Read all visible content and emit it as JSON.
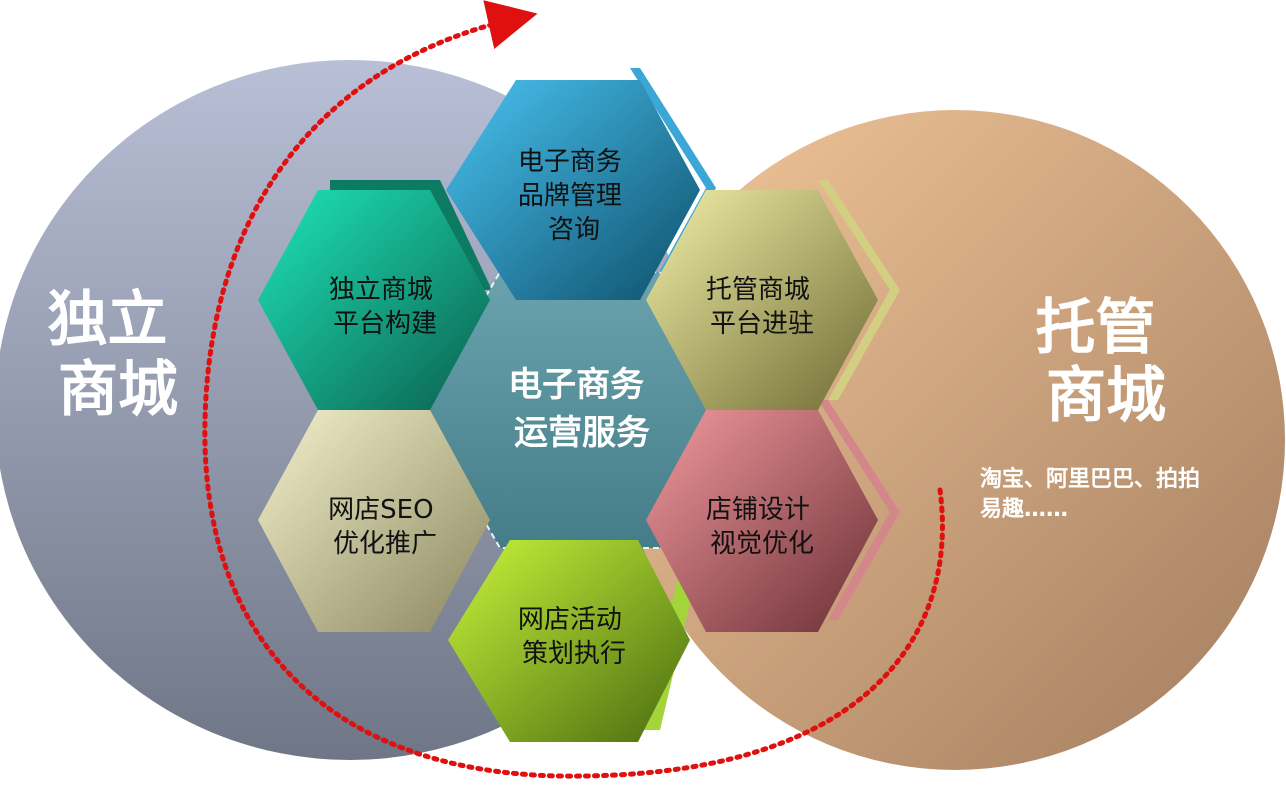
{
  "diagram": {
    "left_circle": {
      "line1": "独立",
      "line2": "商城"
    },
    "right_circle": {
      "line1": "托管",
      "line2": "商城",
      "note_line1": "淘宝、阿里巴巴、拍拍",
      "note_line2": "易趣……"
    },
    "center": {
      "line1": "电子商务",
      "line2": "运营服务"
    },
    "hexagons": [
      {
        "id": "top",
        "lines": [
          "电子商务",
          "品牌管理",
          "咨询"
        ],
        "color": "#2d8fb8"
      },
      {
        "id": "upper-left",
        "lines": [
          "独立商城",
          "平台构建"
        ],
        "color": "#12a88c"
      },
      {
        "id": "upper-right",
        "lines": [
          "托管商城",
          "平台进驻"
        ],
        "color": "#b8b46a"
      },
      {
        "id": "lower-left",
        "lines": [
          "网店SEO",
          "优化推广"
        ],
        "color": "#d6d2a6"
      },
      {
        "id": "lower-right",
        "lines": [
          "店铺设计",
          "视觉优化"
        ],
        "color": "#b86a6e"
      },
      {
        "id": "bottom",
        "lines": [
          "网店活动",
          "策划执行"
        ],
        "color": "#8fc226"
      }
    ]
  }
}
